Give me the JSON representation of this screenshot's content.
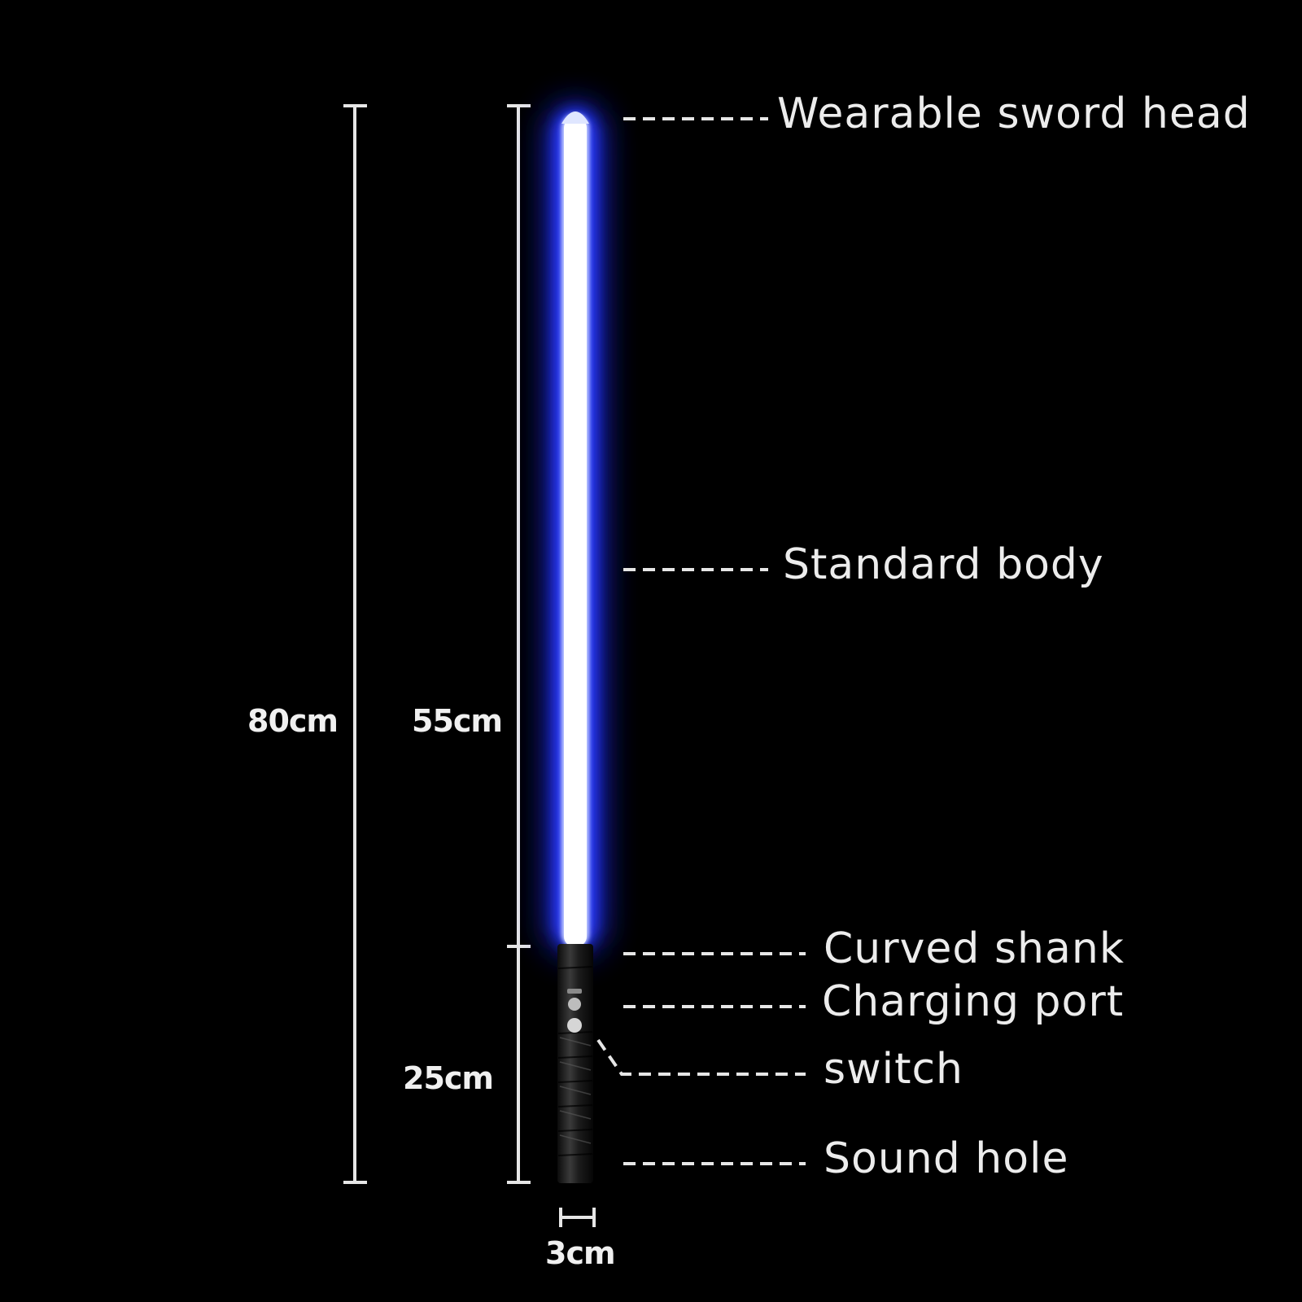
{
  "diagram": {
    "dimensions": {
      "total": "80cm",
      "blade": "55cm",
      "hilt": "25cm",
      "diameter": "3cm"
    },
    "callouts": [
      "Wearable sword head",
      "Standard body",
      "Curved shank",
      "Charging port",
      "switch",
      "Sound hole"
    ],
    "colors": {
      "background": "#000000",
      "blade_core": "#ffffff",
      "blade_glow": "#1e2cff",
      "hilt": "#1a1a1a",
      "lines": "#e6e6e6"
    }
  }
}
